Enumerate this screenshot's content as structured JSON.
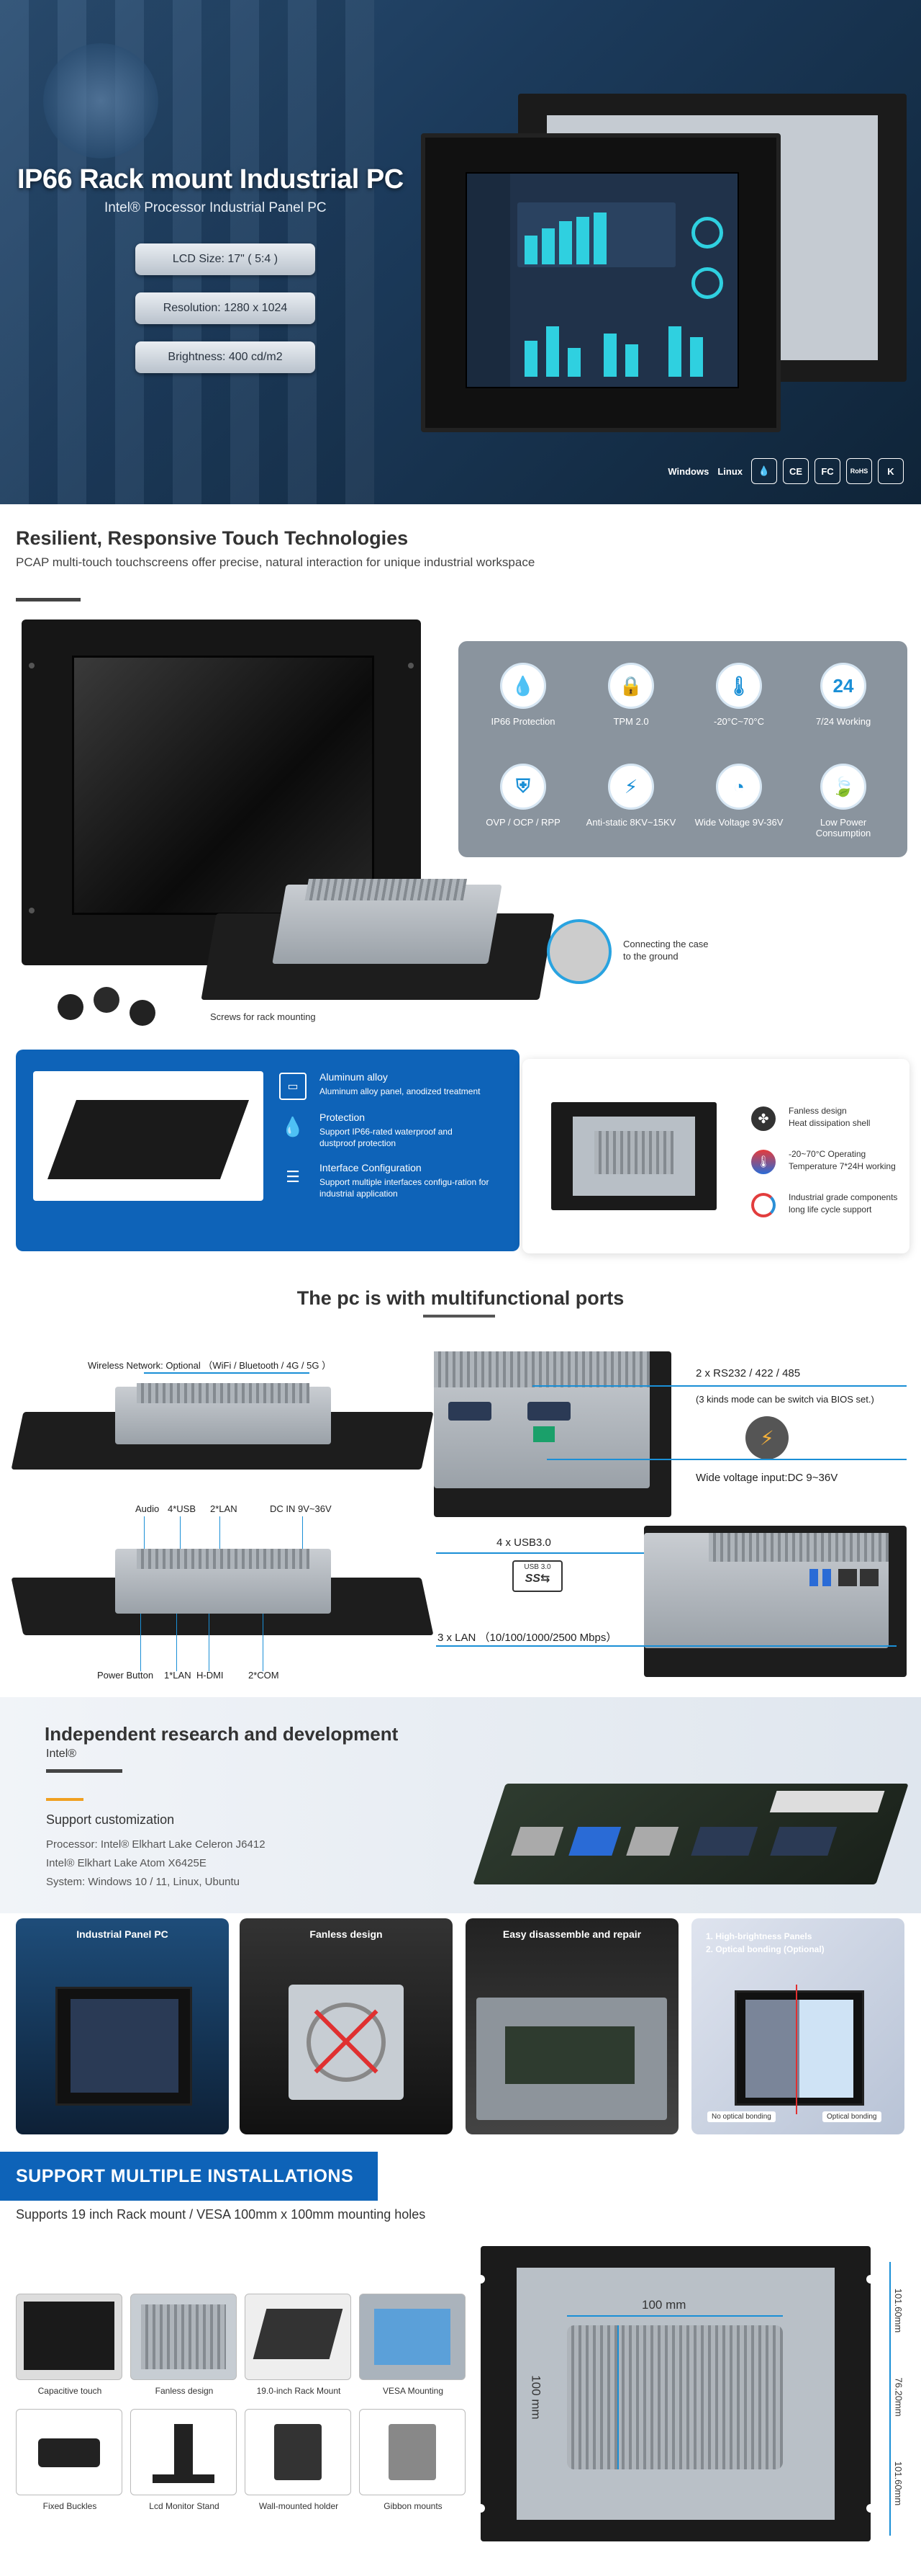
{
  "hero": {
    "title": "IP66 Rack mount Industrial PC",
    "subtitle": "Intel® Processor Industrial Panel PC",
    "specs": [
      "LCD Size: 17\" ( 5:4 )",
      "Resolution: 1280 x 1024",
      "Brightness: 400 cd/m2"
    ],
    "os_labels": [
      "Windows",
      "Linux"
    ],
    "certs": [
      "CE",
      "FC",
      "RoHS",
      "K"
    ]
  },
  "touch": {
    "title": "Resilient, Responsive Touch Technologies",
    "desc": "PCAP multi-touch touchscreens offer precise, natural interaction for unique industrial workspace",
    "features": [
      {
        "icon": "water-drop-icon",
        "glyph": "💧",
        "label": "IP66 Protection"
      },
      {
        "icon": "tpm-chip-icon",
        "glyph": "🔒",
        "label": "TPM 2.0"
      },
      {
        "icon": "thermometer-icon",
        "glyph": "🌡",
        "label": "-20°C~70°C"
      },
      {
        "icon": "clock-icon",
        "glyph": "24",
        "label": "7/24 Working"
      },
      {
        "icon": "shield-icon",
        "glyph": "⛨",
        "label": "OVP / OCP / RPP"
      },
      {
        "icon": "antistatic-icon",
        "glyph": "⚡",
        "label": "Anti-static 8KV~15KV"
      },
      {
        "icon": "gauge-icon",
        "glyph": "◔",
        "label": "Wide Voltage 9V-36V"
      },
      {
        "icon": "leaf-icon",
        "glyph": "🍃",
        "label": "Low Power Consumption"
      }
    ],
    "grounding_label": "Connecting the case to the ground",
    "screws_label": "Screws for rack mounting"
  },
  "material": {
    "items": [
      {
        "title": "Aluminum alloy",
        "desc": "Aluminum alloy panel, anodized treatment"
      },
      {
        "title": "Protection",
        "desc": "Support IP66-rated waterproof and dustproof protection"
      },
      {
        "title": "Interface Configuration",
        "desc": "Support multiple interfaces configu-ration for industrial application"
      }
    ],
    "right_items": [
      {
        "title": "Fanless design",
        "desc": "Heat dissipation shell"
      },
      {
        "title": "-20~70°C Operating",
        "desc": "Temperature 7*24H working"
      },
      {
        "title": "Industrial grade components",
        "desc": "long life cycle support"
      }
    ]
  },
  "ports": {
    "title": "The pc is with multifunctional ports",
    "wireless": "Wireless Network: Optional  （WiFi / Bluetooth / 4G / 5G ）",
    "top_labels": [
      "Audio",
      "4*USB",
      "2*LAN",
      "DC IN 9V~36V"
    ],
    "bottom_labels": [
      "Power Button",
      "1*LAN",
      "H-DMI",
      "2*COM"
    ],
    "rs232": "2 x RS232 / 422 / 485",
    "bios_note": "(3 kinds mode can be switch via BIOS set.)",
    "voltage": "Wide voltage input:DC 9~36V",
    "usb": "4 x USB3.0",
    "usb_logo": "USB 3.0",
    "lan": "3 x LAN （10/100/1000/2500 Mbps）"
  },
  "research": {
    "title": "Independent research and development",
    "brand": "Intel®",
    "custom_title": "Support customization",
    "lines": [
      "Processor: Intel® Elkhart Lake Celeron J6412",
      "Intel® Elkhart Lake Atom X6425E",
      "System: Windows 10 / 11,    Linux, Ubuntu"
    ]
  },
  "cards": [
    {
      "title": "Industrial Panel PC"
    },
    {
      "title": "Fanless design"
    },
    {
      "title": "Easy disassemble and repair"
    },
    {
      "title": "1. High-brightness Panels",
      "title2": "2. Optical bonding (Optional)",
      "labels": [
        "No optical bonding",
        "Optical bonding"
      ]
    }
  ],
  "installs": {
    "banner": "SUPPORT MULTIPLE INSTALLATIONS",
    "desc": "Supports 19 inch Rack mount / VESA 100mm x 100mm  mounting holes",
    "thumbs": [
      "Capacitive touch",
      "Fanless design",
      "19.0-inch Rack Mount",
      "VESA Mounting",
      "Fixed Buckles",
      "Lcd Monitor Stand",
      "Wall-mounted holder",
      "Gibbon mounts"
    ],
    "dim_top": "100 mm",
    "dim_left": "100 mm",
    "dim_right": [
      "101.60mm",
      "76.20mm",
      "101.60mm"
    ]
  }
}
